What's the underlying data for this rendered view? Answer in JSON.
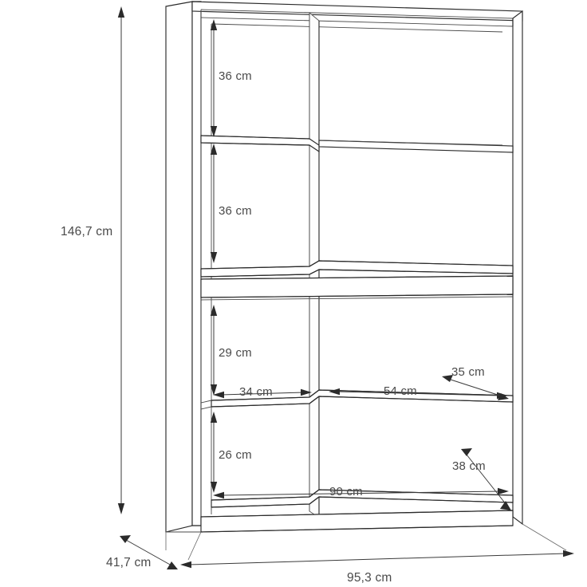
{
  "drawing": {
    "title": "Shelving unit dimension drawing",
    "subject": "bookcase-shelf-unit",
    "units": "cm",
    "line_color": "#2b2b2b",
    "text_color": "#4a4a4a",
    "background": "#ffffff",
    "projection": "isometric"
  },
  "dimensions": {
    "overall_height": "146,7 cm",
    "overall_width": "95,3 cm",
    "overall_depth": "41,7 cm",
    "compartment_height_row1": "36 cm",
    "compartment_height_row2": "36 cm",
    "compartment_height_row3": "29 cm",
    "compartment_height_row4": "26 cm",
    "compartment_width_left": "34 cm",
    "compartment_width_right": "54 cm",
    "shelf_depth_upper": "35 cm",
    "shelf_depth_lower": "38 cm",
    "inner_width_bottom": "90 cm"
  },
  "structure": {
    "rows": 4,
    "columns": 2,
    "has_middle_drawer_band": true,
    "compartments_total": 8
  }
}
